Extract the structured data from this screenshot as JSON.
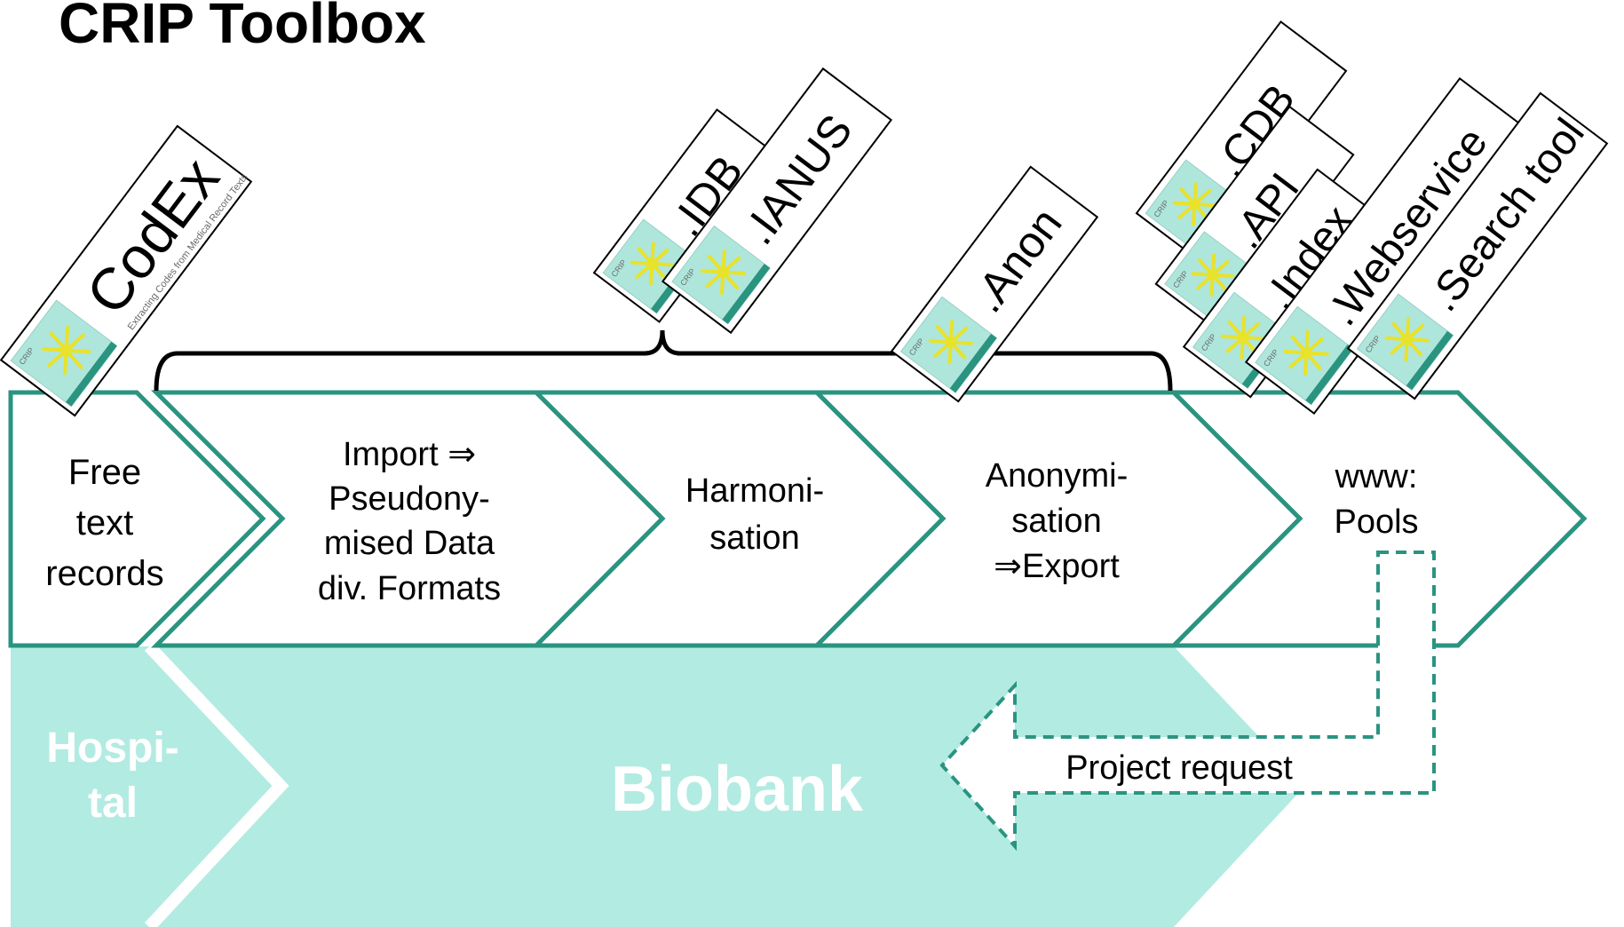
{
  "title": "CRIP Toolbox",
  "colors": {
    "teal": "#2a9480",
    "mint": "#b2ebe2",
    "chip_mint": "#aee6dc",
    "star": "#e8e22a",
    "text": "#000000",
    "white": "#ffffff"
  },
  "process_steps": [
    {
      "lines": [
        "Free",
        "text",
        "records"
      ]
    },
    {
      "lines": [
        "Import ⇒",
        "Pseudony-",
        "mised Data",
        "div. Formats"
      ]
    },
    {
      "lines": [
        "Harmoni-",
        "sation"
      ]
    },
    {
      "lines": [
        "Anonymi-",
        "sation",
        "⇒Export"
      ]
    },
    {
      "lines": [
        "www:",
        "Pools"
      ]
    }
  ],
  "base_labels": {
    "hospital": [
      "Hospi-",
      "tal"
    ],
    "biobank": "Biobank"
  },
  "project_request": "Project request",
  "tools": [
    {
      "id": "codex",
      "label": "CodEx",
      "sub": "Extracting Codes from Medical Record Texts",
      "logo": "CRIP"
    },
    {
      "id": "idb",
      "label": ".IDB",
      "logo": "CRIP"
    },
    {
      "id": "ianus",
      "label": ".IANUS",
      "logo": "CRIP"
    },
    {
      "id": "anon",
      "label": ".Anon",
      "logo": "CRIP"
    },
    {
      "id": "cdb",
      "label": ".CDB",
      "logo": "CRIP"
    },
    {
      "id": "api",
      "label": ".API",
      "logo": "CRIP"
    },
    {
      "id": "index",
      "label": ".Index",
      "logo": "CRIP"
    },
    {
      "id": "webservice",
      "label": ".Webservice",
      "logo": "CRIP"
    },
    {
      "id": "search",
      "label": ".Search tool",
      "logo": "CRIP"
    }
  ]
}
